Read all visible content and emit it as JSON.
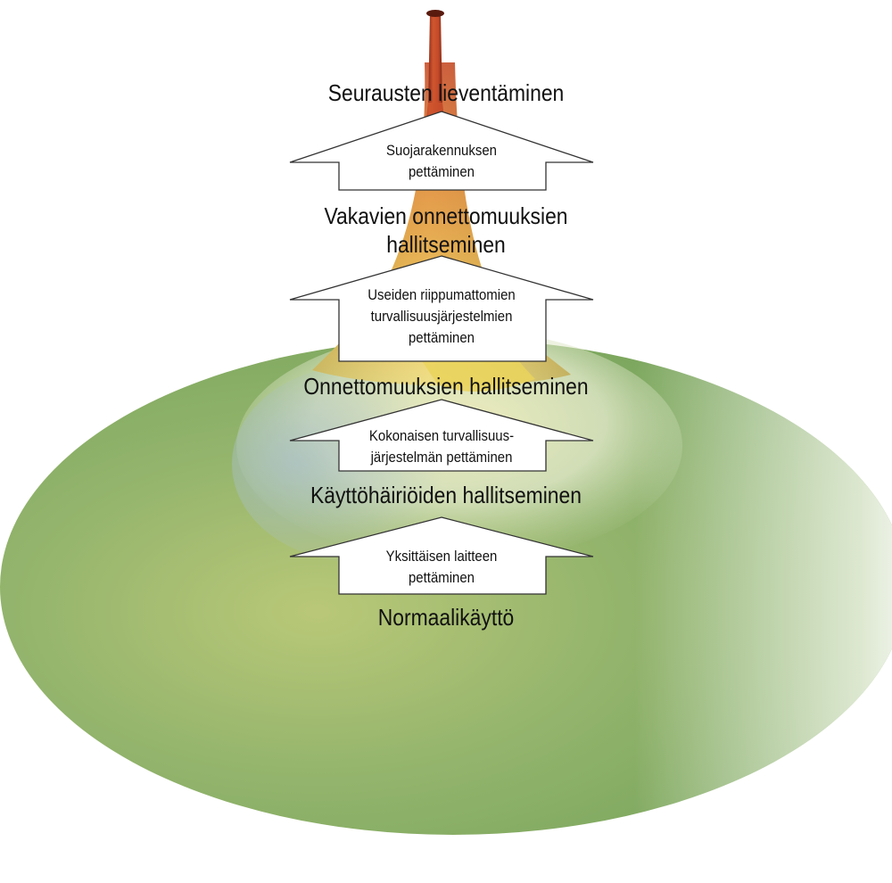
{
  "levels": [
    {
      "label": "Seurausten lieventäminen"
    },
    {
      "label": "Vakavien onnettomuuksien\nhallitseminen"
    },
    {
      "label": "Onnettomuuksien hallitseminen"
    },
    {
      "label": "Käyttöhäiriöiden hallitseminen"
    },
    {
      "label": "Normaalikäyttö"
    }
  ],
  "transitions": [
    {
      "label": "Suojarakennuksen\npettäminen"
    },
    {
      "label": "Useiden riippumattomien\nturvallisuusjärjestelmien\npettäminen"
    },
    {
      "label": "Kokonaisen turvallisuus-\njärjestelmän pettäminen"
    },
    {
      "label": "Yksittäisen laitteen\npettäminen"
    }
  ],
  "colors": {
    "spire_top": "#b5432a",
    "spire_mid": "#d9832e",
    "funnel_yellow": "#e9d050",
    "base_green": "#8fb06a",
    "base_light": "#d9e5c8",
    "arrow_fill": "#ffffff",
    "arrow_stroke": "#333333"
  }
}
